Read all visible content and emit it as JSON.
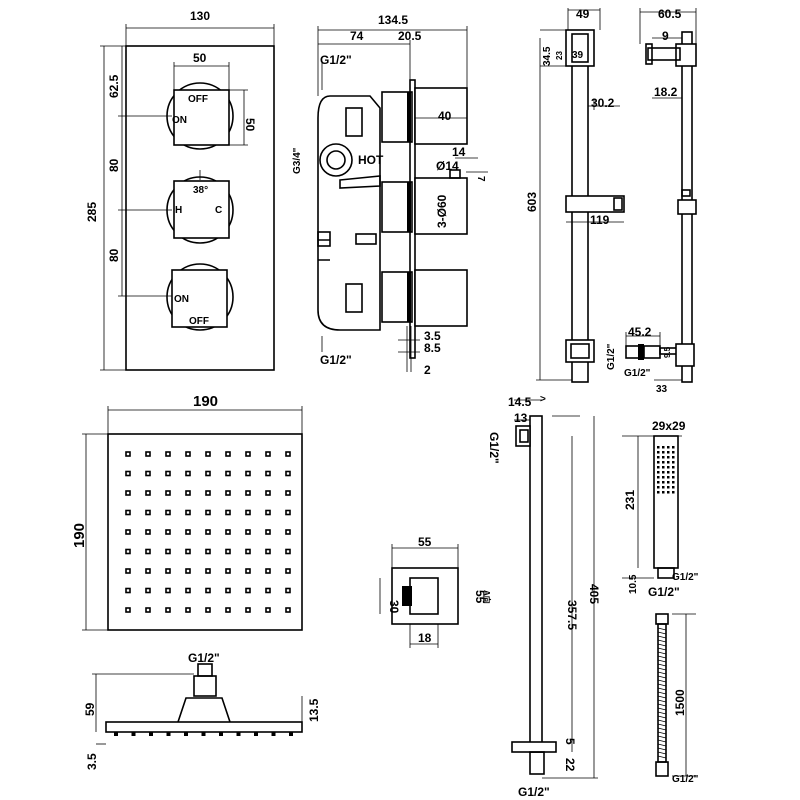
{
  "valve_front": {
    "top_handle_off": "OFF",
    "top_handle_on": "ON",
    "middle_handle_temp": "38°",
    "middle_handle_hot": "H",
    "middle_handle_cold": "C",
    "bottom_handle_on": "ON",
    "bottom_handle_off": "OFF",
    "dims": {
      "plate_width": "130",
      "handle_width": "50",
      "handle_height": "50",
      "plate_height": "285",
      "top_offset": "62.5",
      "pitch_1": "80",
      "pitch_2": "80"
    }
  },
  "valve_side": {
    "hot_label": "HOT",
    "inlet_thread": "G3/4\"",
    "outlet_top": "G1/2\"",
    "outlet_bottom": "G1/2\"",
    "dims": {
      "total_depth": "134.5",
      "body_depth": "74",
      "faceplate_offset": "20.5",
      "handle_depth": "40",
      "spindle_height": "14",
      "spindle_diameter": "Ø14",
      "spindle_gap": "7",
      "cartridge_holes": "3-Ø60",
      "plate_thickness": "3.5",
      "plate_gap": "8.5",
      "plate_edge": "2"
    }
  },
  "rail_front": {
    "dims": {
      "bracket_width": "49",
      "bracket_height": "34.5",
      "bracket_inner": "23",
      "bracket_depth": "39",
      "rail_diameter": "30.2",
      "rail_length": "603",
      "slider_reach": "119"
    }
  },
  "rail_side": {
    "elbow_thread_1": "G1/2\"",
    "elbow_thread_2": "G1/2\"",
    "dims": {
      "depth": "60.5",
      "gap": "9",
      "offset": "18.2",
      "elbow_length": "45.2",
      "elbow_projection": "33",
      "elbow_diameter": "9.5"
    }
  },
  "shower_head": {
    "thread": "G1/2\"",
    "dims": {
      "width": "190",
      "depth": "190",
      "height": "59",
      "thickness": "13.5",
      "nozzle_height": "3.5"
    }
  },
  "outlet": {
    "note": "A向",
    "dims": {
      "width": "55",
      "diameter": "30",
      "height": "55",
      "depth": "18"
    }
  },
  "arm": {
    "arrow": ">",
    "thread_top": "G1/2\"",
    "thread_bottom": "G1/2\"",
    "dims": {
      "depth": "14.5",
      "bracket": "13",
      "drop": "357.5",
      "length": "405",
      "base": "5",
      "neck": "22"
    }
  },
  "handset": {
    "thread": "G1/2\"",
    "dims": {
      "face": "29x29",
      "length": "231",
      "neck": "10.5"
    }
  },
  "hose": {
    "thread_top": "G1/2\"",
    "thread_bottom": "G1/2\"",
    "dims": {
      "length": "1500"
    }
  }
}
